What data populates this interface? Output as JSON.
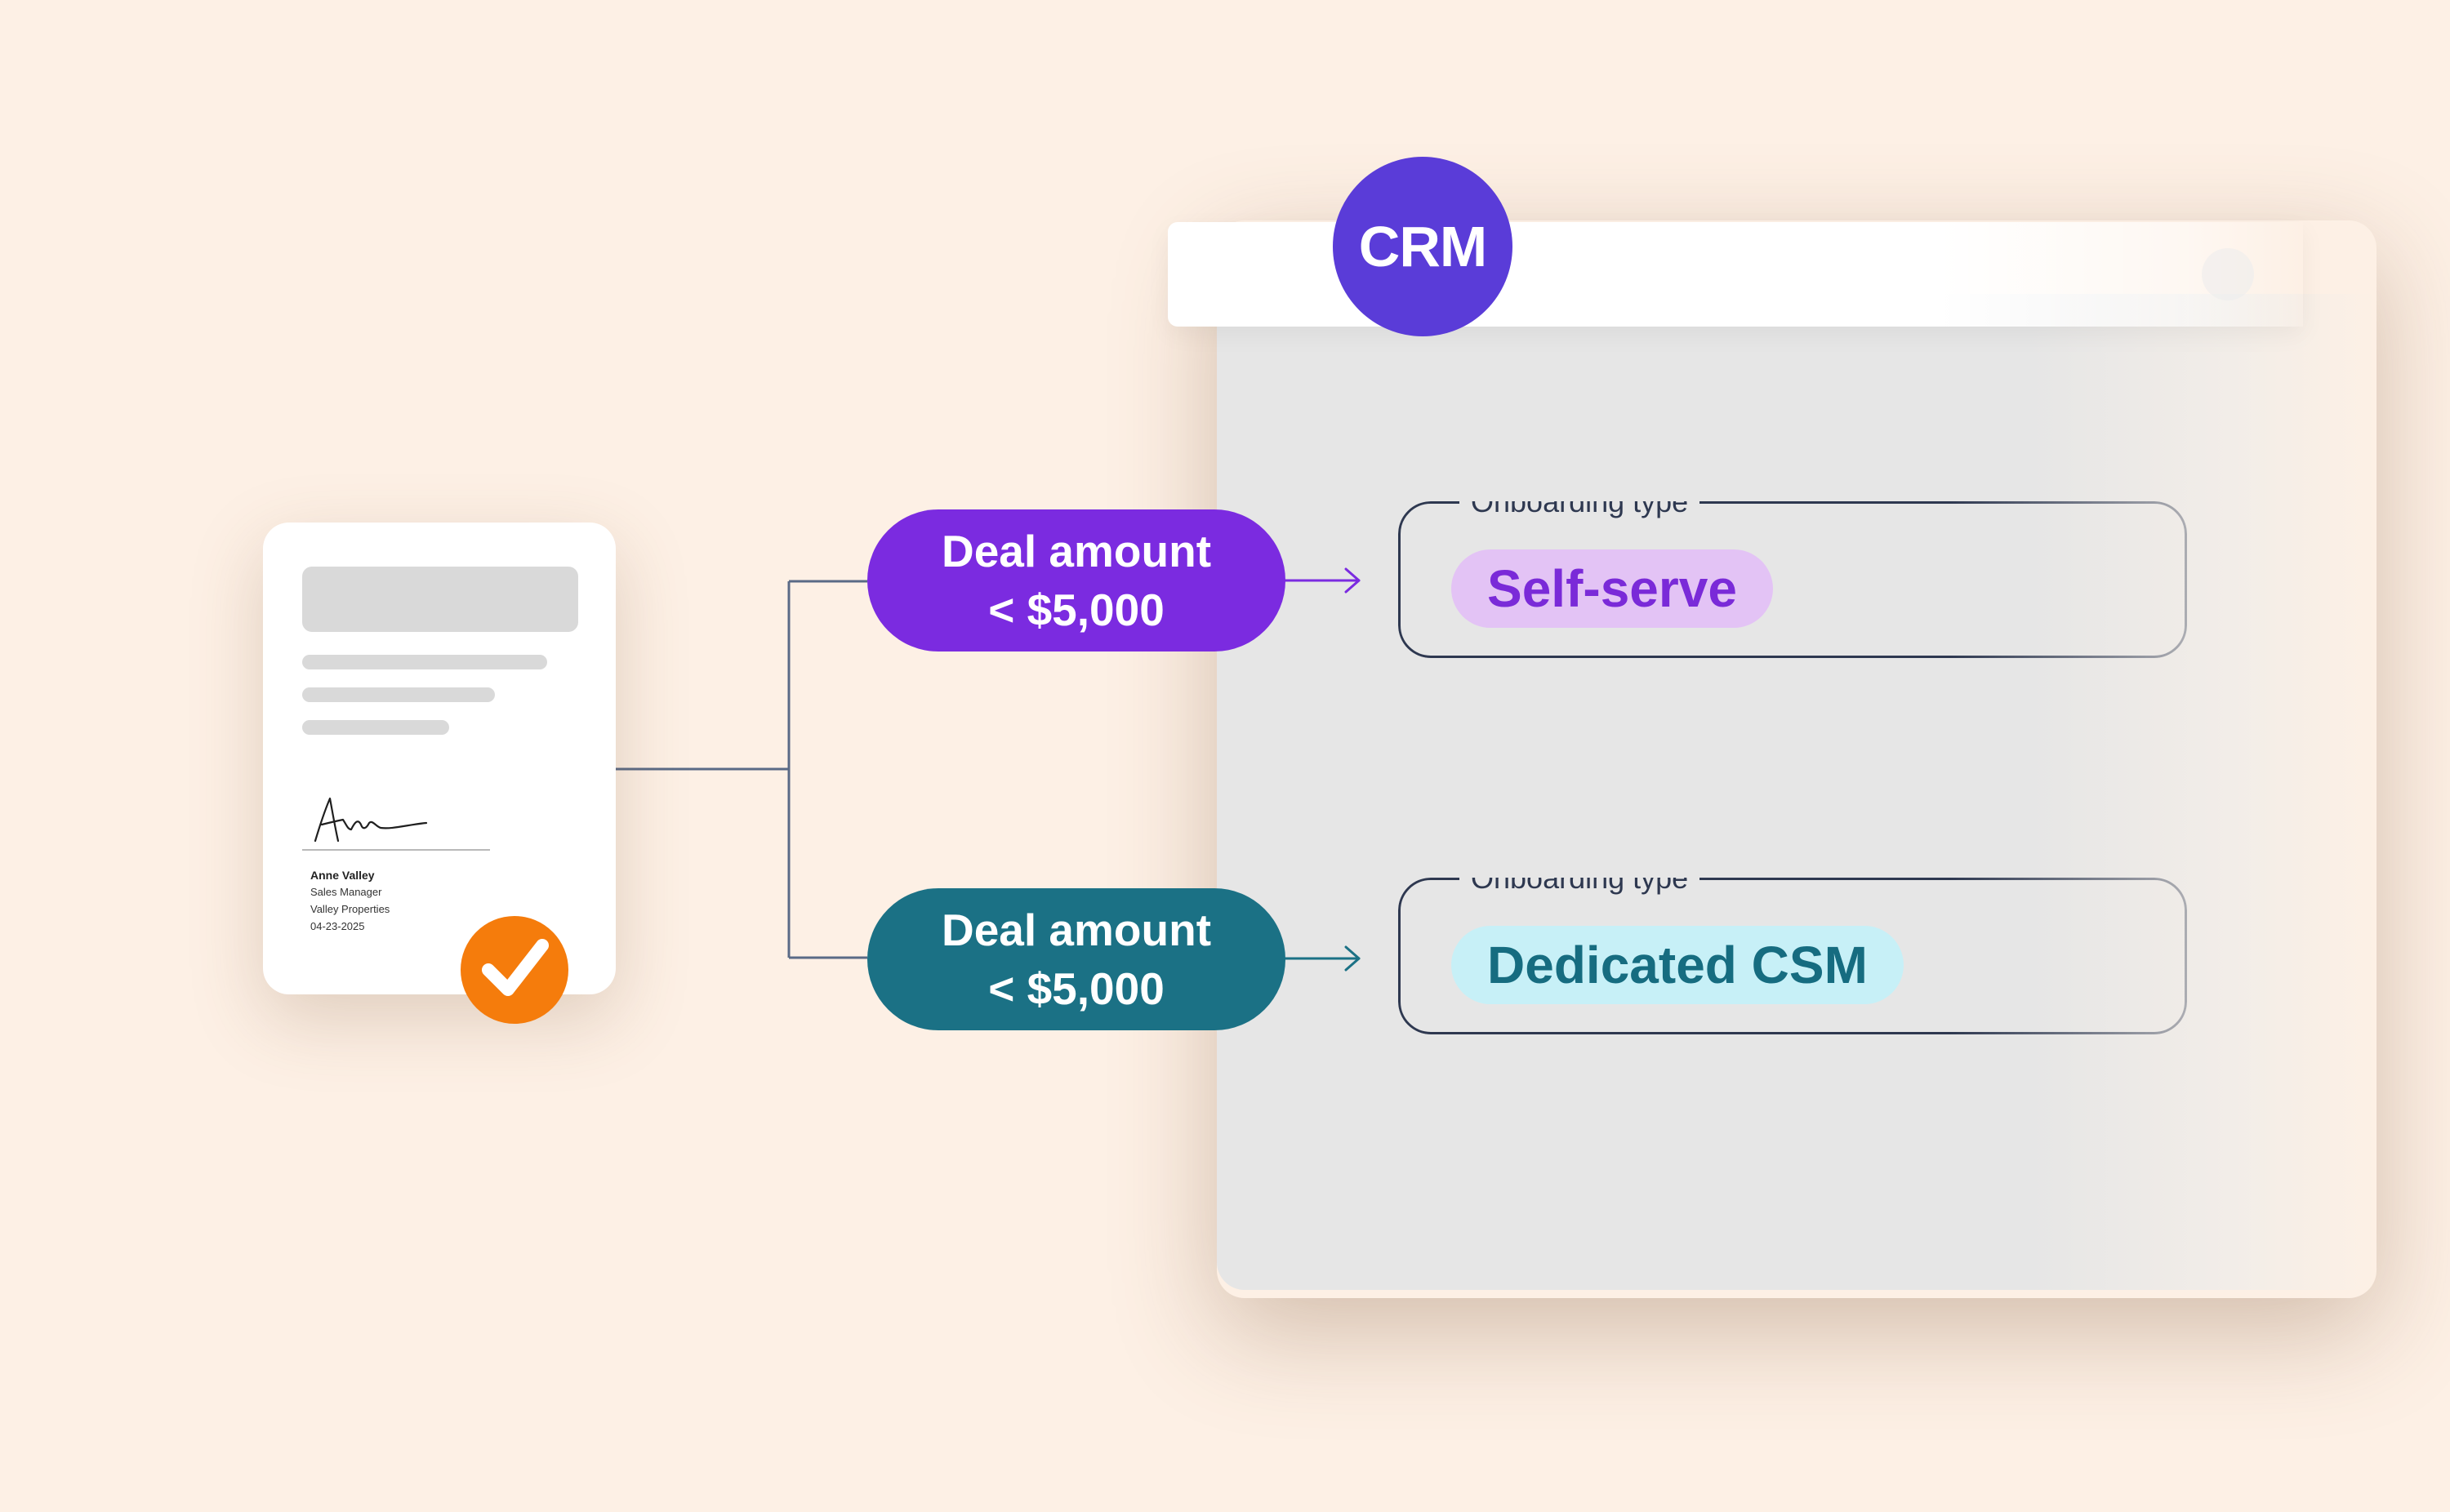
{
  "crm": {
    "badge": "CRM",
    "badge_color": "#5a3cd8"
  },
  "document": {
    "signer_name": "Anne Valley",
    "signer_title": "Sales Manager",
    "signer_company": "Valley Properties",
    "signed_date": "04-23-2025",
    "status_icon": "check-circle-icon",
    "status_color": "#f57c0c"
  },
  "rules": [
    {
      "condition_line1": "Deal amount",
      "condition_line2": "< $5,000",
      "condition_color": "#7b2be0",
      "field_label": "Onboarding type",
      "field_value": "Self-serve",
      "value_bg": "#e3c3f5",
      "value_color": "#7a2ad8"
    },
    {
      "condition_line1": "Deal amount",
      "condition_line2": "< $5,000",
      "condition_color": "#1b7185",
      "field_label": "Onboarding type",
      "field_value": "Dedicated CSM",
      "value_bg": "#c7f0f7",
      "value_color": "#166c80"
    }
  ]
}
